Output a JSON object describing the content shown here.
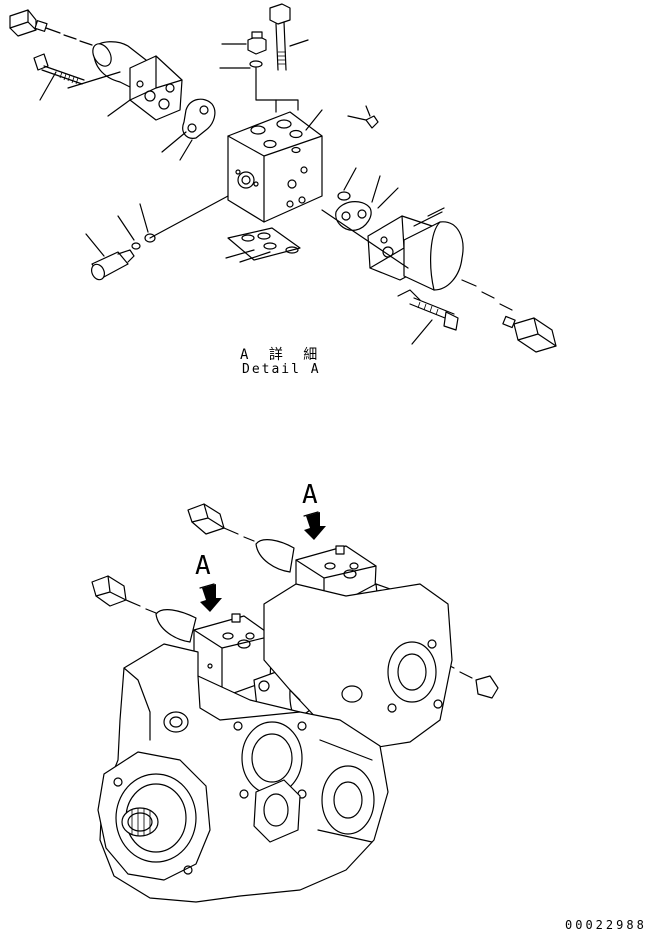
{
  "detail": {
    "title_jp": "A 詳 細",
    "title_en": "Detail A"
  },
  "arrows": {
    "upper_label": "A",
    "lower_label": "A"
  },
  "drawing_number": "00022988"
}
